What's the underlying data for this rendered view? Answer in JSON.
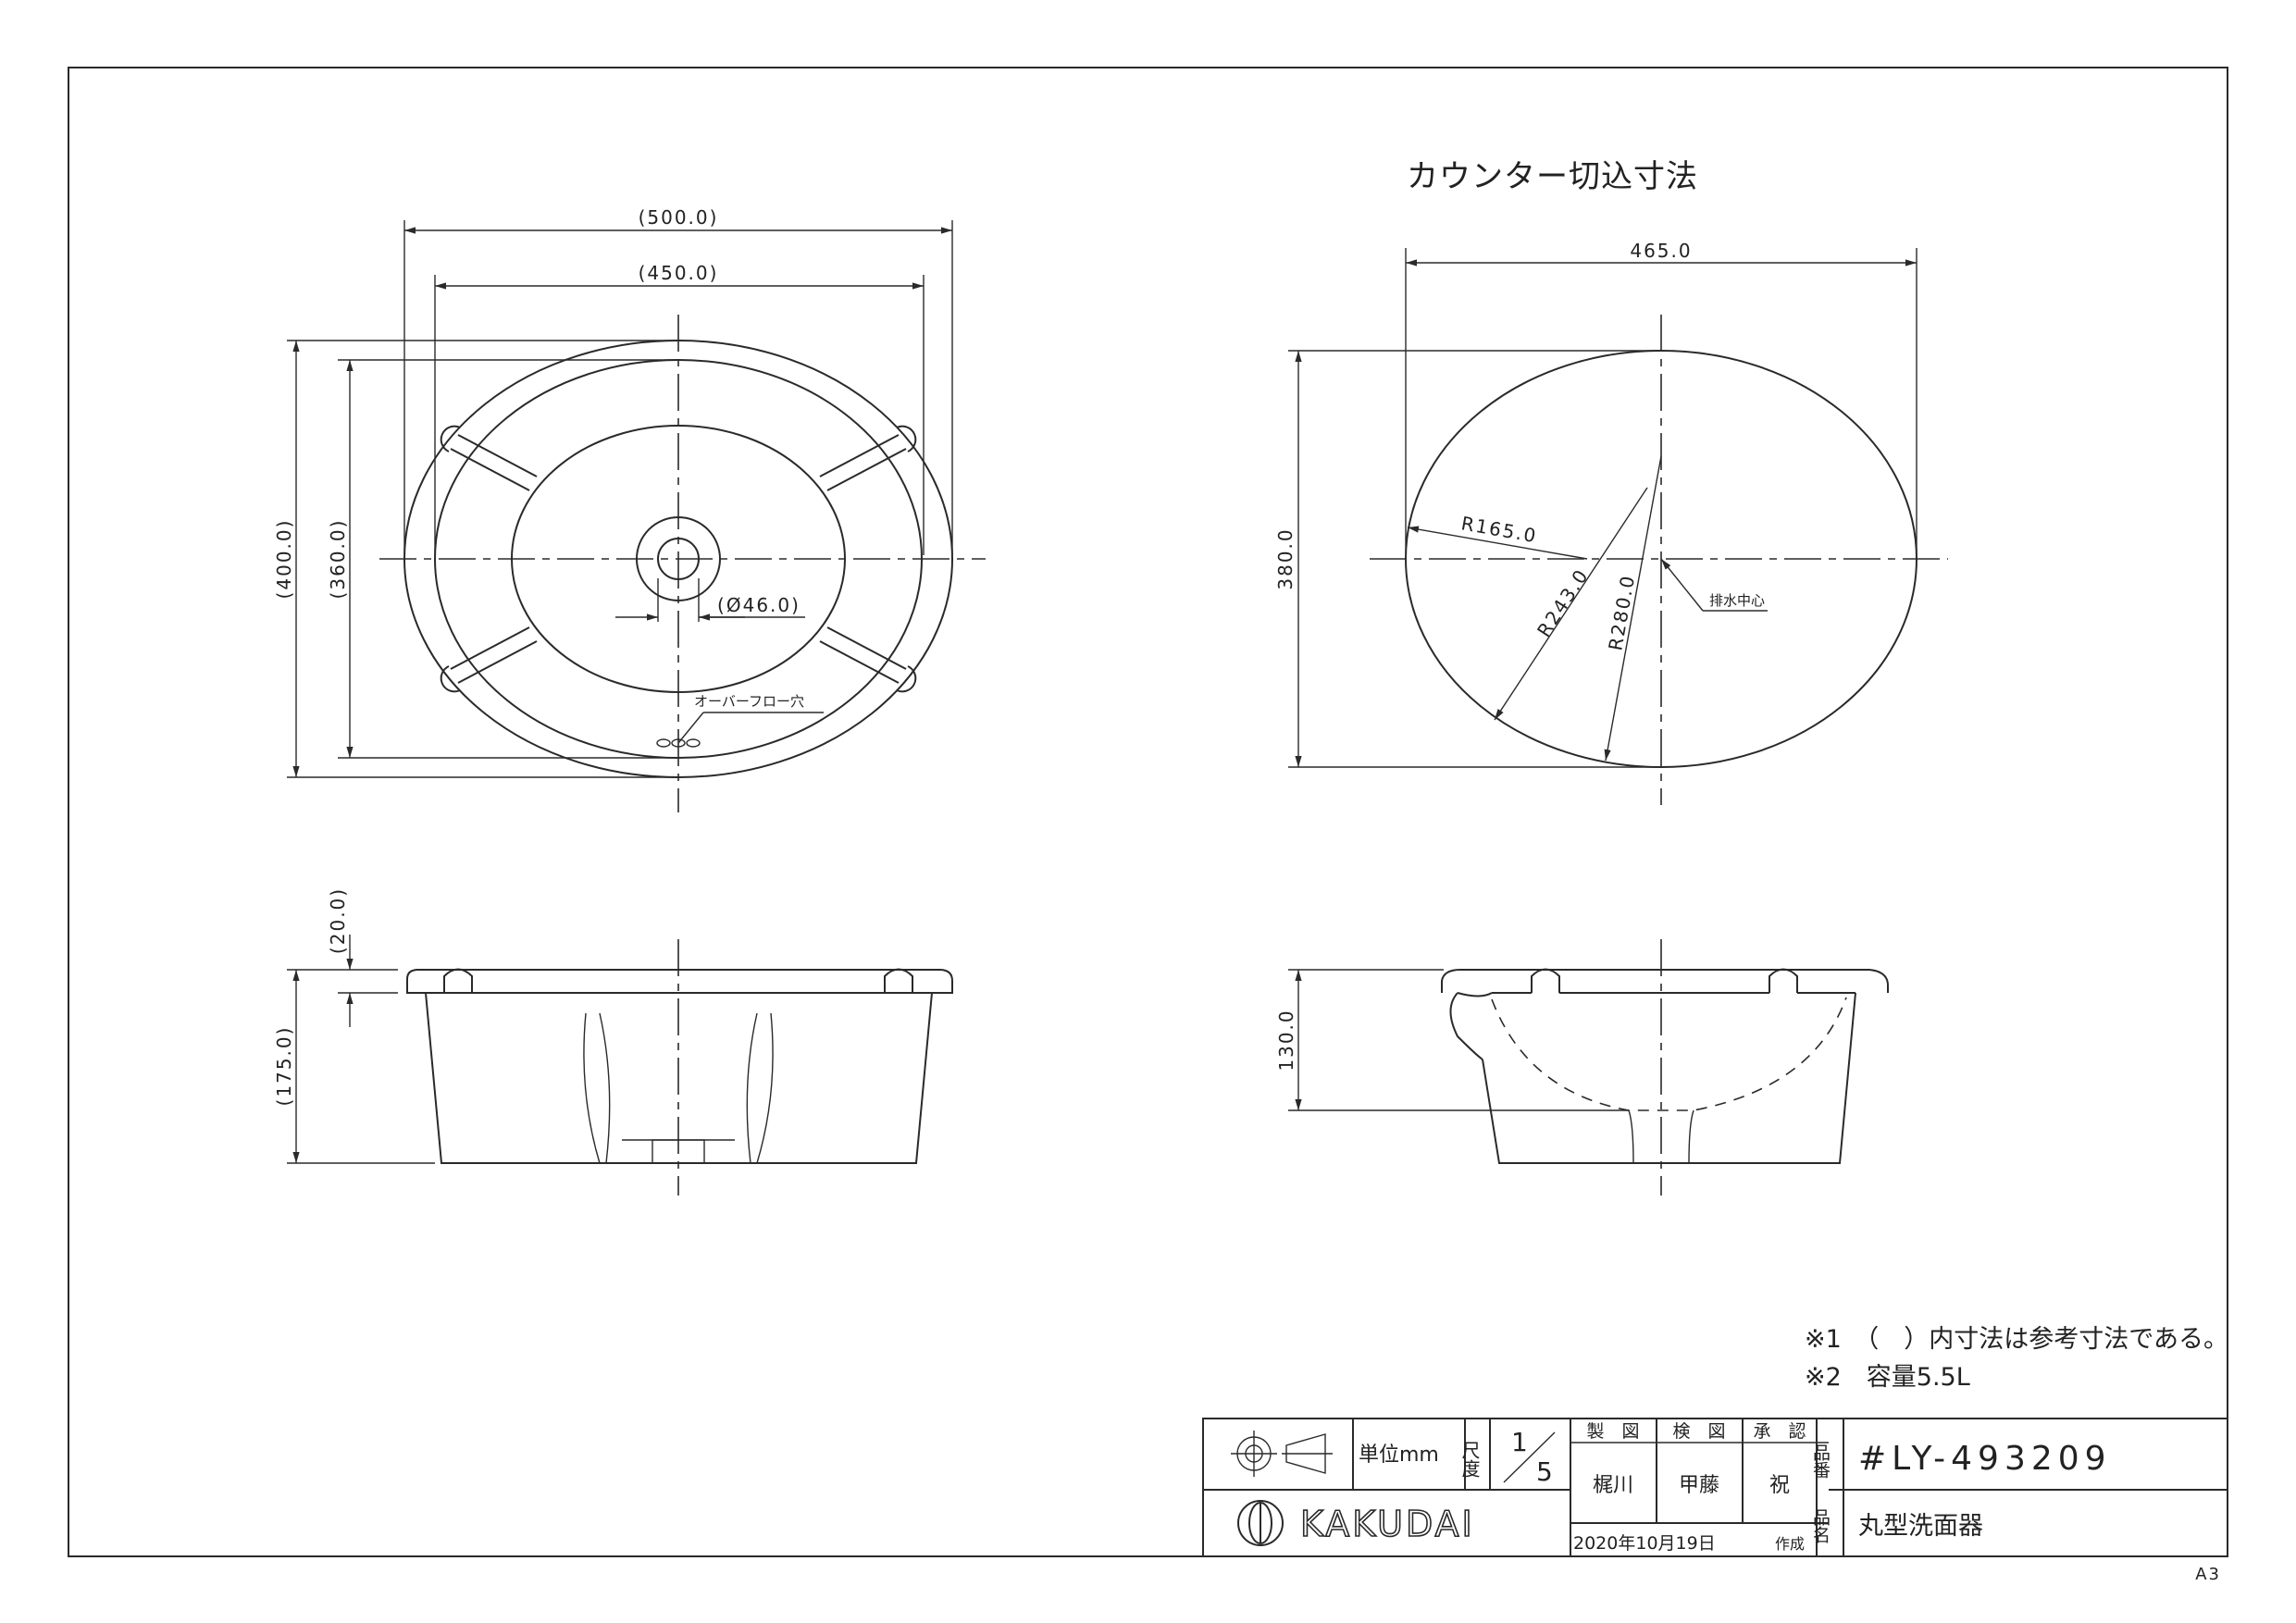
{
  "cutout_title": "カウンター切込寸法",
  "top_view": {
    "dim_width_outer": "(500.0)",
    "dim_width_inner": "(450.0)",
    "dim_height_outer": "(400.0)",
    "dim_height_inner": "(360.0)",
    "dim_drain": "(Ø46.0)",
    "overflow_label": "オーバーフロー穴"
  },
  "cutout_view": {
    "dim_width": "465.0",
    "dim_height": "380.0",
    "r1": "R165.0",
    "r2": "R243.0",
    "r3": "R280.0",
    "drain_center": "排水中心"
  },
  "side_view": {
    "dim_rim": "(20.0)",
    "dim_height": "(175.0)"
  },
  "section_view": {
    "dim_height": "130.0"
  },
  "notes": [
    "※1　（　）内寸法は参考寸法である。",
    "※2　容量5.5L"
  ],
  "title_block": {
    "unit": "単位mm",
    "scale_label": "尺度",
    "scale_num": "1",
    "scale_den": "5",
    "drawn_label": "製　図",
    "checked_label": "検　図",
    "approved_label": "承　認",
    "drawn_by": "梶川",
    "checked_by": "甲藤",
    "approved_by": "祝",
    "product_no_label": "品番",
    "product_no": "#LY-493209",
    "product_name_label": "品名",
    "product_name": "丸型洗面器",
    "date": "2020年10月19日",
    "created_label": "作成",
    "brand": "KAKUDAI"
  },
  "paper_size": "A3"
}
